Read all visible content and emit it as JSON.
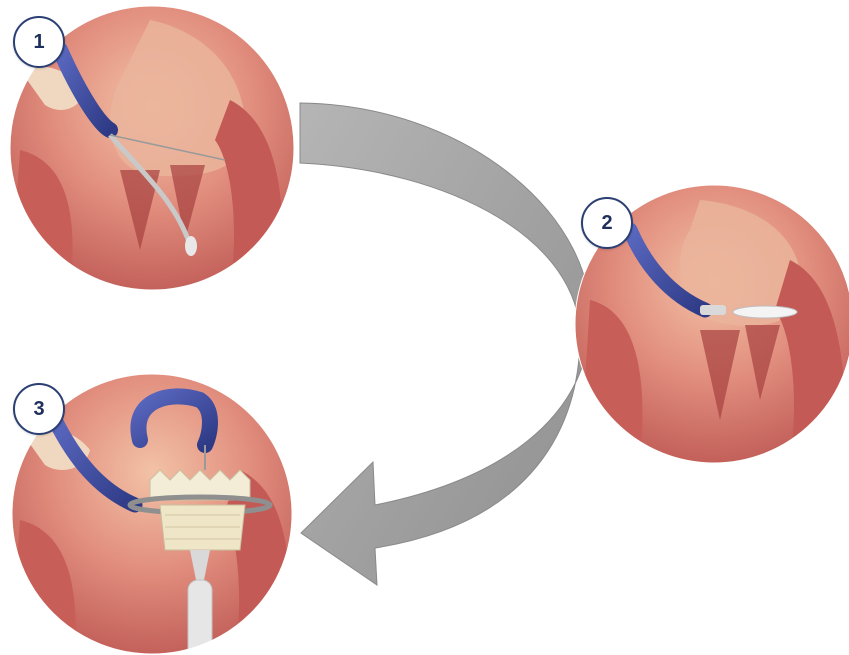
{
  "steps": [
    {
      "number": "1",
      "illustration": "catheter-inserted-through-mitral-valve"
    },
    {
      "number": "2",
      "illustration": "anchoring-ring-delivered-around-leaflets"
    },
    {
      "number": "3",
      "illustration": "replacement-valve-deployed-in-ring"
    }
  ],
  "colors": {
    "badge_border": "#2b3f73",
    "badge_text": "#1f2f5c",
    "arrow_fill": "#a3a3a3",
    "tissue": "#d9736a",
    "catheter": "#3b4a9b",
    "stent": "#efe6c8"
  }
}
